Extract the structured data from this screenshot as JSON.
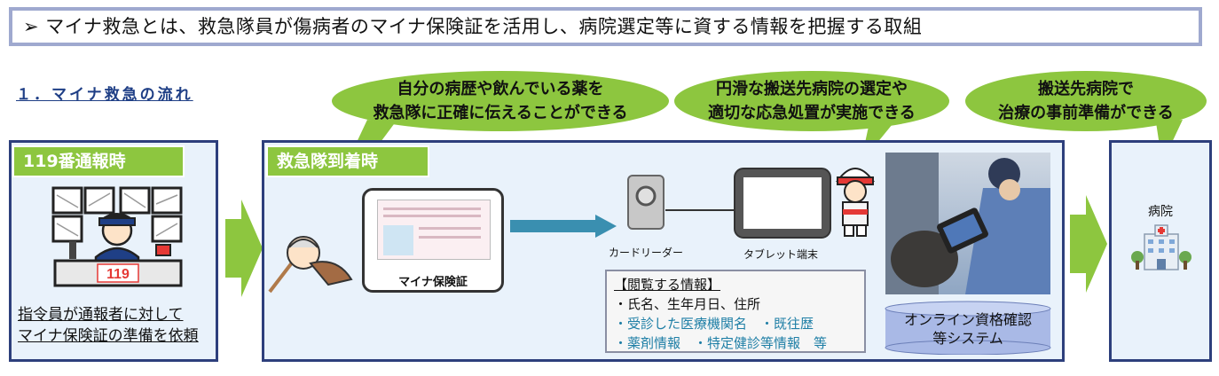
{
  "headline": "➢ マイナ救急とは、救急隊員が傷病者のマイナ保険証を活用し、病院選定等に資する情報を把握する取組",
  "section_title": "１．マイナ救急の流れ",
  "bubbles": [
    {
      "line1": "自分の病歴や飲んでいる薬を",
      "line2": "救急隊に正確に伝えることができる"
    },
    {
      "line1": "円滑な搬送先病院の選定や",
      "line2": "適切な応急処置が実施できる"
    },
    {
      "line1": "搬送先病院で",
      "line2": "治療の事前準備ができる"
    }
  ],
  "panel1": {
    "label": "119番通報時",
    "phone_number": "119",
    "caption_line1": "指令員が通報者に対して",
    "caption_line2": "マイナ保険証の準備を依頼"
  },
  "panel2": {
    "label": "救急隊到着時",
    "card_caption": "マイナ保険証",
    "card_reader_label": "カードリーダー",
    "tablet_label": "タブレット端末",
    "info_title": "【閲覧する情報】",
    "info_line1": "・氏名、生年月日、住所",
    "info_line2": "・受診した医療機関名　・既往歴",
    "info_line3": "・薬剤情報　・特定健診等情報　等",
    "system_line1": "オンライン資格確認",
    "system_line2": "等システム"
  },
  "panel3": {
    "label": "病院"
  },
  "colors": {
    "accent_green": "#8dc63f",
    "panel_border": "#2d3f7c",
    "panel_fill": "#e9f2fb",
    "title_blue": "#1f3f86",
    "teal_text": "#1f7fa6"
  }
}
